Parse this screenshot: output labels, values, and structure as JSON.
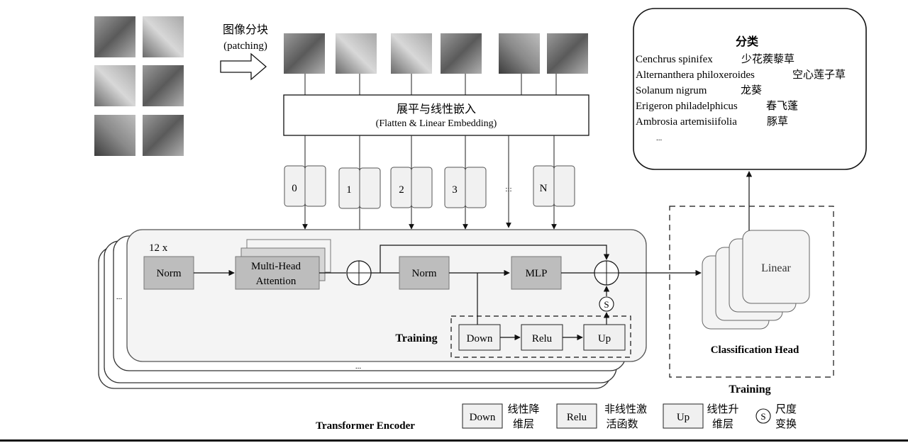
{
  "patching": {
    "label_cn": "图像分块",
    "label_en": "(patching)"
  },
  "embedding": {
    "label_cn": "展平与线性嵌入",
    "label_en": "(Flatten & Linear Embedding)"
  },
  "tokens": [
    "0",
    "1",
    "2",
    "3",
    ":::",
    "N"
  ],
  "encoder": {
    "repeat_label": "12 x",
    "norm1": "Norm",
    "mha_line1": "Multi-Head",
    "mha_line2": "Attention",
    "norm2": "Norm",
    "mlp": "MLP",
    "scale": "S",
    "training_label": "Training",
    "down": "Down",
    "relu": "Relu",
    "up": "Up",
    "ellipsis_left": "...",
    "ellipsis_bottom": "...",
    "title": "Transformer Encoder"
  },
  "head": {
    "linear": "Linear",
    "title": "Classification Head",
    "training_label": "Training"
  },
  "classes": {
    "title": "分类",
    "items": [
      {
        "latin": "Cenchrus spinifex",
        "cn": "少花蒺藜草"
      },
      {
        "latin": "Alternanthera philoxeroides",
        "cn": "空心莲子草"
      },
      {
        "latin": "Solanum nigrum",
        "cn": "龙葵"
      },
      {
        "latin": "Erigeron philadelphicus",
        "cn": "春飞蓬"
      },
      {
        "latin": "Ambrosia artemisiifolia",
        "cn": "豚草"
      }
    ],
    "more": "..."
  },
  "legend": [
    {
      "key": "Down",
      "line1": "线性降",
      "line2": "维层"
    },
    {
      "key": "Relu",
      "line1": "非线性激",
      "line2": "活函数"
    },
    {
      "key": "Up",
      "line1": "线性升",
      "line2": "维层"
    },
    {
      "key": "S",
      "line1": "尺度",
      "line2": "变换"
    }
  ]
}
